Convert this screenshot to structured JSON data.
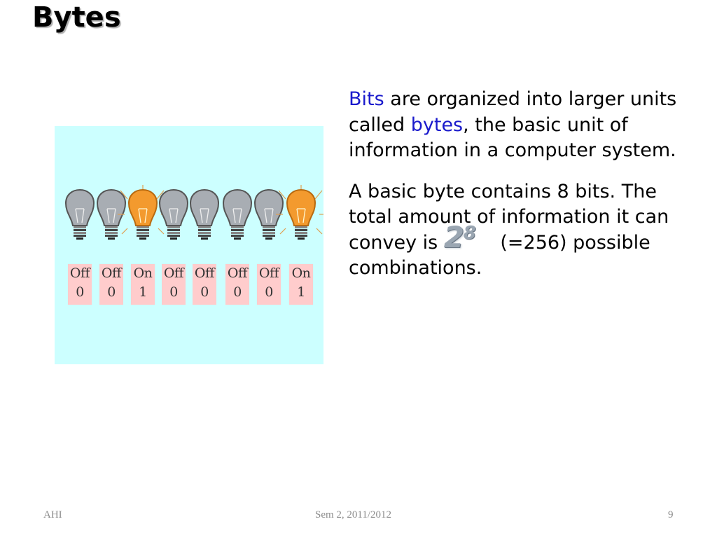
{
  "slide": {
    "title": "Bytes",
    "bulbs": [
      {
        "state": "Off",
        "bit": "0",
        "on": false
      },
      {
        "state": "Off",
        "bit": "0",
        "on": false
      },
      {
        "state": "On",
        "bit": "1",
        "on": true
      },
      {
        "state": "Off",
        "bit": "0",
        "on": false
      },
      {
        "state": "Off",
        "bit": "0",
        "on": false
      },
      {
        "state": "Off",
        "bit": "0",
        "on": false
      },
      {
        "state": "Off",
        "bit": "0",
        "on": false
      },
      {
        "state": "On",
        "bit": "1",
        "on": true
      }
    ],
    "para1": {
      "bits": "Bits",
      "t1": " are organized into larger units called ",
      "bytes": "bytes",
      "t2": ", the basic unit of information in a computer system."
    },
    "para2": {
      "t1": "A basic byte contains 8 bits. The total amount of information it can convey is ",
      "power_base": "2",
      "power_exp": "8",
      "t2": " (=256) possible combinations."
    },
    "footer": {
      "left": "AHI",
      "center": "Sem 2, 2011/2012",
      "right": "9"
    }
  },
  "colors": {
    "panel_bg": "#ccffff",
    "label_bg": "#ffcccc",
    "emphasis_blue": "#1a1acc",
    "bulb_off": "#a8adb3",
    "bulb_on": "#f39a2e"
  }
}
